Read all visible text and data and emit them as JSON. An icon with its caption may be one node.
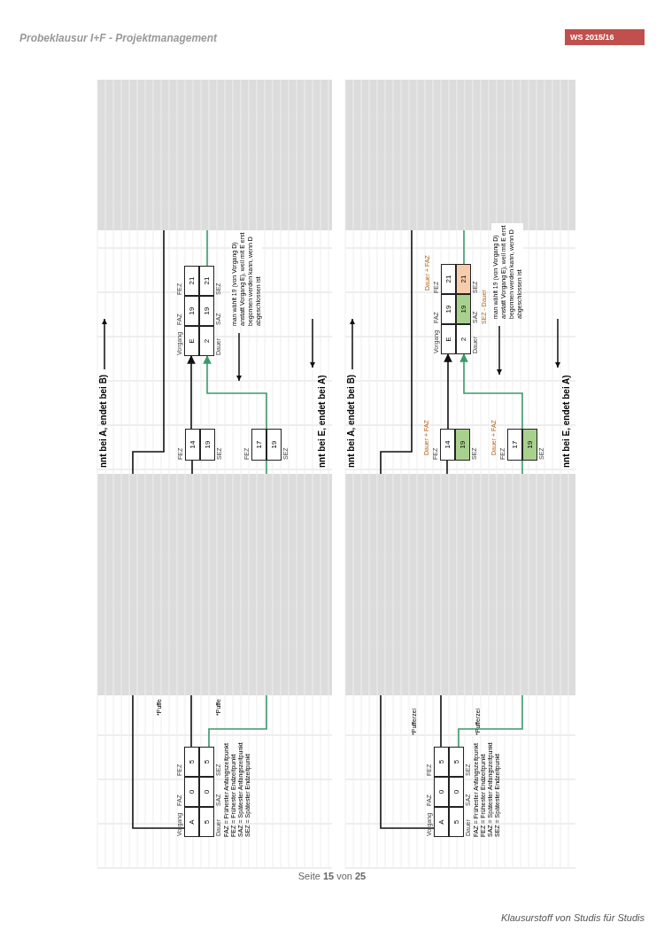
{
  "diagram": {
    "title": "Probeklausur I+F - Projektmanagement",
    "nodes": [
      {
        "text": [
          "Vorgang",
          "FAZ",
          "FEZ",
          "A",
          "0",
          "5",
          "5",
          "0",
          "5",
          "Dauer",
          "SAZ",
          "SEZ"
        ]
      },
      {
        "text": [
          "FEZ",
          "14",
          "19",
          "SEZ"
        ]
      },
      {
        "text": [
          "FEZ",
          "17",
          "19",
          "SEZ"
        ]
      },
      {
        "text": [
          "Vorgang",
          "FAZ",
          "FEZ",
          "E",
          "19",
          "21",
          "2",
          "19",
          "21",
          "Dauer",
          "SAZ",
          "SEZ"
        ]
      },
      {
        "text": [
          "man wählt 19 (von Vorgang D) anstatt Vorgang E), weil mit E erst begonnen werden kann, wenn D abgeschlossen ist"
        ]
      },
      {
        "text": [
          "Vorgang",
          "FAZ",
          "FEZ",
          "A",
          "0",
          "5",
          "5",
          "0",
          "5",
          "Dauer",
          "SAZ",
          "SEZ"
        ]
      },
      {
        "text": [
          "FEZ",
          "14",
          "19",
          "SEZ"
        ],
        "beside": [
          "Dauer + FAZ"
        ]
      },
      {
        "text": [
          "FEZ",
          "17",
          "19",
          "SEZ"
        ],
        "beside": [
          "Dauer + FAZ"
        ]
      },
      {
        "text": [
          "Vorgang",
          "FAZ",
          "FEZ",
          "E",
          "19",
          "21",
          "2",
          "19",
          "21",
          "Dauer",
          "SAZ",
          "SEZ"
        ],
        "beside": [
          "Dauer + FAZ",
          "SEZ - Dauer"
        ]
      },
      {
        "text": [
          "man wählt 19 (von Vorgang D) anstatt Vorgang E), weil mit E erst begonnen werden kann, wenn D abgeschlossen ist"
        ]
      },
      {
        "text": [],
        "shape": "box"
      },
      {
        "text": [],
        "shape": "box"
      },
      {
        "text": [],
        "shape": "box"
      },
      {
        "text": [],
        "shape": "box"
      }
    ],
    "edges": [
      {
        "from": 0,
        "to": 10,
        "arrow": "none"
      },
      {
        "from": 10,
        "to": 1,
        "arrow": "none"
      },
      {
        "from": 1,
        "to": 3,
        "arrow": "to"
      },
      {
        "from": 0,
        "to": 10,
        "arrow": "none",
        "color": "#3a9a6a"
      },
      {
        "from": 10,
        "to": 2,
        "arrow": "none",
        "color": "#3a9a6a"
      },
      {
        "from": 2,
        "to": 3,
        "arrow": "to",
        "color": "#3a9a6a"
      },
      {
        "from": 0,
        "to": 10,
        "arrow": "none"
      },
      {
        "from": 10,
        "to": 11,
        "arrow": "none"
      },
      {
        "from": 3,
        "to": 11,
        "arrow": "none",
        "color": "#3a9a6a"
      },
      {
        "from": 5,
        "to": 12,
        "arrow": "none"
      },
      {
        "from": 12,
        "to": 6,
        "arrow": "none"
      },
      {
        "from": 6,
        "to": 8,
        "arrow": "to"
      },
      {
        "from": 5,
        "to": 12,
        "arrow": "none",
        "color": "#3a9a6a"
      },
      {
        "from": 12,
        "to": 7,
        "arrow": "none",
        "color": "#3a9a6a"
      },
      {
        "from": 7,
        "to": 8,
        "arrow": "to",
        "color": "#3a9a6a"
      },
      {
        "from": 5,
        "to": 12,
        "arrow": "none"
      },
      {
        "from": 12,
        "to": 13,
        "arrow": "none"
      },
      {
        "from": 8,
        "to": 13,
        "arrow": "none",
        "color": "#3a9a6a"
      }
    ],
    "labels": [
      "WS 2015/16",
      "nnt bei A, endet bei B)",
      "nnt bei E, endet bei A)",
      "*Puffe",
      "*Puffe",
      "FAZ = Frühester Anfangszeitpunkt",
      "FEZ = Frühester Endzeitpunkt",
      "SAZ = Spätester Anfangszeitpunkt",
      "SEZ = Spätester Endzeitpunkt",
      "nnt bei A, endet bei B)",
      "nnt bei E, endet bei A)",
      "*Pufferzei",
      "*Pufferzei",
      "FAZ = Frühester Anfangszeitpunkt",
      "FEZ = Frühester Endzeitpunkt",
      "SAZ = Spätester Anfangszeitpunkt",
      "SEZ = Spätester Endzeitpunkt",
      "Seite **15** von **25**",
      "Klausurstoff von Studis für Studis"
    ]
  }
}
